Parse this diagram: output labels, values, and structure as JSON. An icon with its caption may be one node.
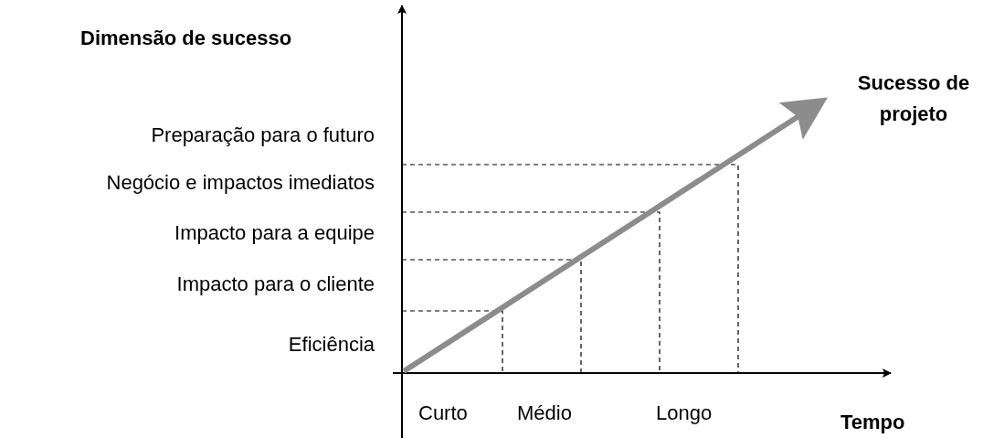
{
  "diagram": {
    "labels": [
      "Dimensão de sucesso",
      "Sucesso de projeto",
      "Preparação para o futuro",
      "Negócio e impactos imediatos",
      "Impacto para a equipe",
      "Impacto para o cliente",
      "Eficiência",
      "Curto",
      "Médio",
      "Longo",
      "Tempo"
    ]
  }
}
